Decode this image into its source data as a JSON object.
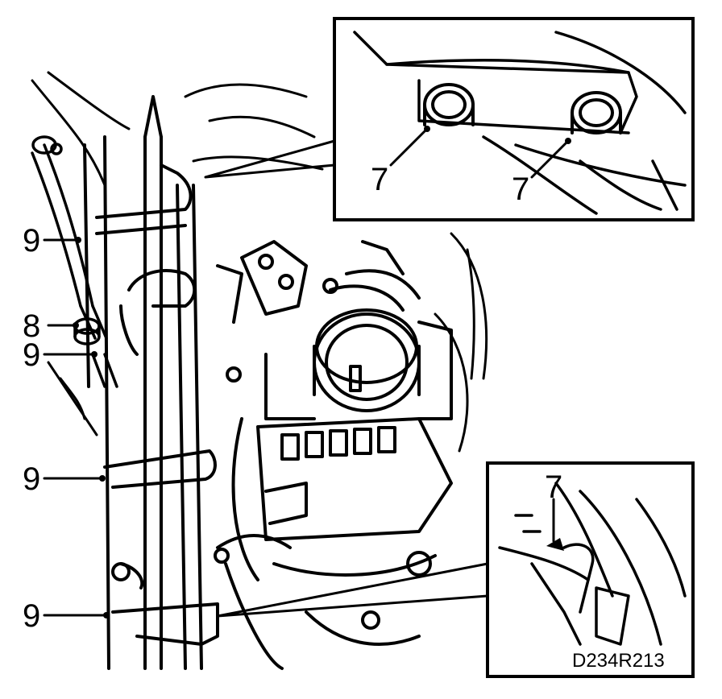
{
  "figure": {
    "code": "D234R213",
    "callouts": {
      "inset_top_left": "7",
      "inset_top_right": "7",
      "inset_bottom": "7",
      "hose_upper": "9",
      "grommet": "8",
      "hose_middle": "9",
      "clip_lower": "9",
      "clip_bottom": "9"
    }
  }
}
